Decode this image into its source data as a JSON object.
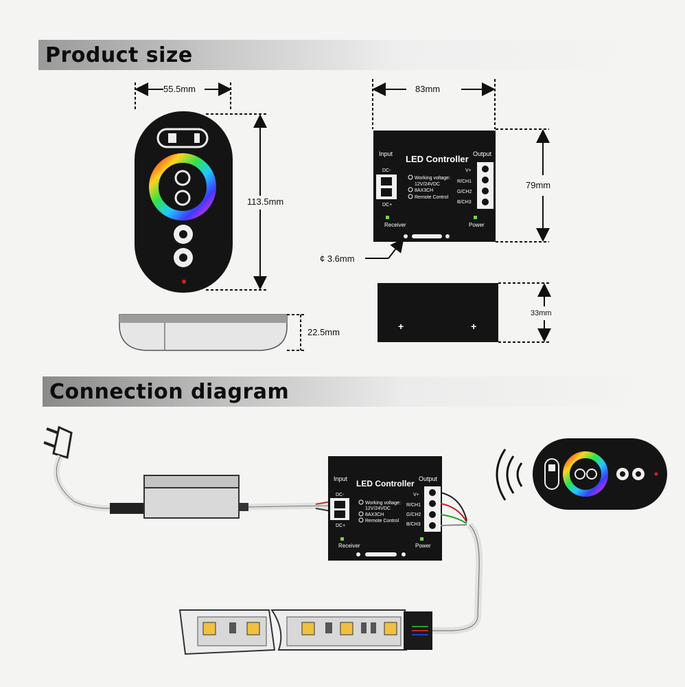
{
  "product_size": {
    "header": "Product size",
    "remote_width": "55.5mm",
    "remote_height": "113.5mm",
    "remote_depth": "22.5mm",
    "controller_width": "83mm",
    "controller_height": "79mm",
    "controller_depth": "33mm",
    "hole_diameter": "¢ 3.6mm"
  },
  "connection_diagram": {
    "header": "Connection diagram"
  },
  "controller": {
    "input": "Input",
    "title": "LED Controller",
    "output": "Output",
    "dc_minus": "DC-",
    "dc_plus": "DC+",
    "spec_1": "Working voltage:",
    "spec_2": "12V/24VDC",
    "spec_3": "8AX3CH",
    "spec_4": "Remote Control",
    "v_plus": "V+",
    "ch1": "R/CH1",
    "ch2": "G/CH2",
    "ch3": "B/CH3",
    "receiver": "Receiver",
    "power": "Power"
  },
  "colors": {
    "device_black": "#141414",
    "accent_red": "#d42020"
  }
}
